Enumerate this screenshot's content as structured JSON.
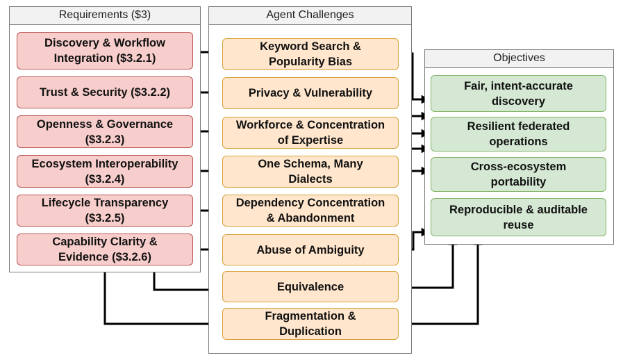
{
  "panels": {
    "requirements": "Requirements ($3)",
    "challenges": "Agent Challenges",
    "objectives": "Objectives"
  },
  "requirements": [
    {
      "label": "Discovery & Workflow\nIntegration ($3.2.1)"
    },
    {
      "label": "Trust & Security ($3.2.2)"
    },
    {
      "label": "Openness & Governance\n($3.2.3)"
    },
    {
      "label": "Ecosystem Interoperability\n($3.2.4)"
    },
    {
      "label": "Lifecycle Transparency\n($3.2.5)"
    },
    {
      "label": "Capability Clarity &\nEvidence ($3.2.6)"
    }
  ],
  "challenges": [
    {
      "label": "Keyword Search &\nPopularity Bias"
    },
    {
      "label": "Privacy & Vulnerability"
    },
    {
      "label": "Workforce & Concentration\nof Expertise"
    },
    {
      "label": "One Schema, Many\nDialects"
    },
    {
      "label": "Dependency Concentration\n& Abandonment"
    },
    {
      "label": "Abuse of Ambiguity"
    },
    {
      "label": "Equivalence"
    },
    {
      "label": "Fragmentation &\nDuplication"
    }
  ],
  "objectives": [
    {
      "label": "Fair, intent-accurate\ndiscovery"
    },
    {
      "label": "Resilient federated\noperations"
    },
    {
      "label": "Cross-ecosystem\nportability"
    },
    {
      "label": "Reproducible & auditable\nreuse"
    }
  ],
  "colors": {
    "requirement_fill": "#f8cecc",
    "requirement_border": "#b85450",
    "challenge_fill": "#ffe6cc",
    "challenge_border": "#d6a23a",
    "objective_fill": "#d5e8d4",
    "objective_border": "#82b366",
    "arrow": "#000000"
  }
}
